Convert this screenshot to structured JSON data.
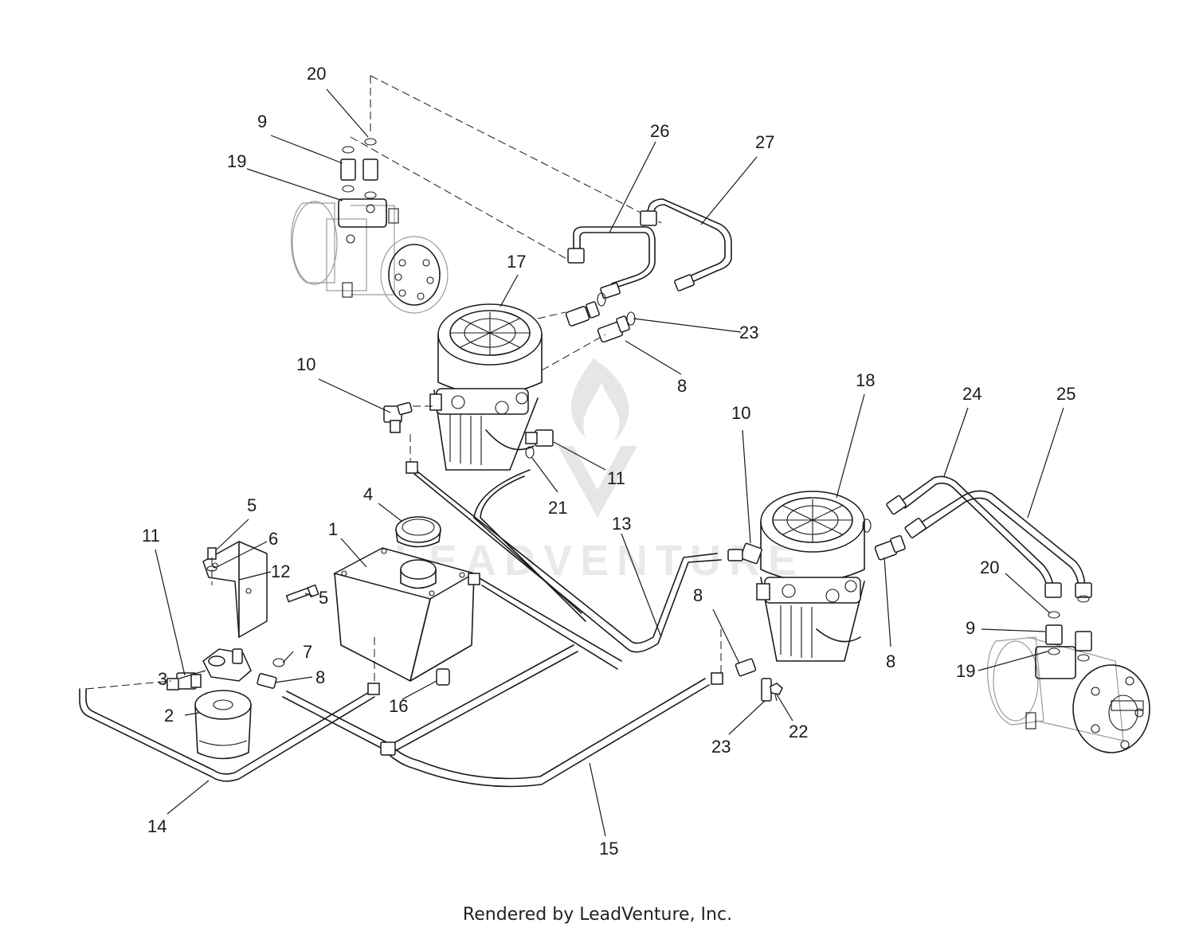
{
  "credit": "Rendered by LeadVenture, Inc.",
  "watermark": "LEADVENTURE",
  "callouts": [
    {
      "id": "c20a",
      "label": "20"
    },
    {
      "id": "c9a",
      "label": "9"
    },
    {
      "id": "c19a",
      "label": "19"
    },
    {
      "id": "c26",
      "label": "26"
    },
    {
      "id": "c27",
      "label": "27"
    },
    {
      "id": "c17",
      "label": "17"
    },
    {
      "id": "c23a",
      "label": "23"
    },
    {
      "id": "c8a",
      "label": "8"
    },
    {
      "id": "c10a",
      "label": "10"
    },
    {
      "id": "c11a",
      "label": "11"
    },
    {
      "id": "c21",
      "label": "21"
    },
    {
      "id": "c18",
      "label": "18"
    },
    {
      "id": "c24",
      "label": "24"
    },
    {
      "id": "c25",
      "label": "25"
    },
    {
      "id": "c10b",
      "label": "10"
    },
    {
      "id": "c13",
      "label": "13"
    },
    {
      "id": "c4",
      "label": "4"
    },
    {
      "id": "c1",
      "label": "1"
    },
    {
      "id": "c5a",
      "label": "5"
    },
    {
      "id": "c6",
      "label": "6"
    },
    {
      "id": "c12",
      "label": "12"
    },
    {
      "id": "c11b",
      "label": "11"
    },
    {
      "id": "c5b",
      "label": "5"
    },
    {
      "id": "c7",
      "label": "7"
    },
    {
      "id": "c3",
      "label": "3"
    },
    {
      "id": "c8b",
      "label": "8"
    },
    {
      "id": "c2",
      "label": "2"
    },
    {
      "id": "c16",
      "label": "16"
    },
    {
      "id": "c14",
      "label": "14"
    },
    {
      "id": "c15",
      "label": "15"
    },
    {
      "id": "c8c",
      "label": "8"
    },
    {
      "id": "c23b",
      "label": "23"
    },
    {
      "id": "c22",
      "label": "22"
    },
    {
      "id": "c8d",
      "label": "8"
    },
    {
      "id": "c20b",
      "label": "20"
    },
    {
      "id": "c9b",
      "label": "9"
    },
    {
      "id": "c19b",
      "label": "19"
    }
  ]
}
